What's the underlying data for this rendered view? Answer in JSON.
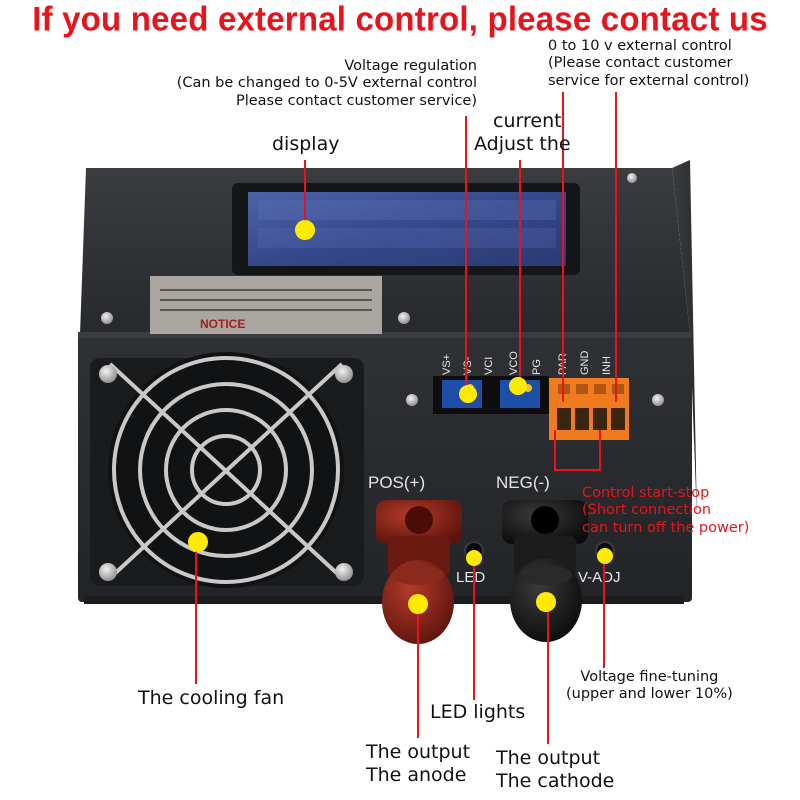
{
  "headline": "If you need external control, please contact us",
  "labels": {
    "voltage_regulation": [
      "Voltage regulation",
      "(Can be changed to 0-5V external control",
      "Please contact customer service)"
    ],
    "external_control": [
      "0 to 10 v external control",
      "(Please contact customer",
      "service for external control)"
    ],
    "current": [
      "current",
      "Adjust the"
    ],
    "display": "display",
    "control_start_stop": [
      "Control start-stop",
      "(Short connection",
      "can turn off the power)"
    ],
    "cooling_fan": "The cooling fan",
    "led_lights": "LED lights",
    "output_anode": [
      "The output",
      "The anode"
    ],
    "output_cathode": [
      "The output",
      "The cathode"
    ],
    "voltage_fine_tuning": [
      "Voltage fine-tuning",
      "(upper and lower 10%)"
    ]
  },
  "panel_markings": {
    "pos": "POS(+)",
    "neg": "NEG(-)",
    "led": "LED",
    "vadj": "V-ADJ",
    "notice": "NOTICE",
    "pins_left": [
      "VS+",
      "VS-",
      "VCI",
      "VCO",
      "PG"
    ],
    "pins_right": [
      "PAR",
      "GND",
      "INH"
    ]
  },
  "colors": {
    "headline": "#e8141c",
    "callout_line": "#e8141c",
    "marker_dot": "#ffea00",
    "chassis": "#2e3034",
    "pos_terminal": "#7a1d14",
    "neg_terminal": "#141414",
    "connector": "#f07a1e",
    "trimpot": "#1d4fa8",
    "display": "#3d4f8e"
  }
}
